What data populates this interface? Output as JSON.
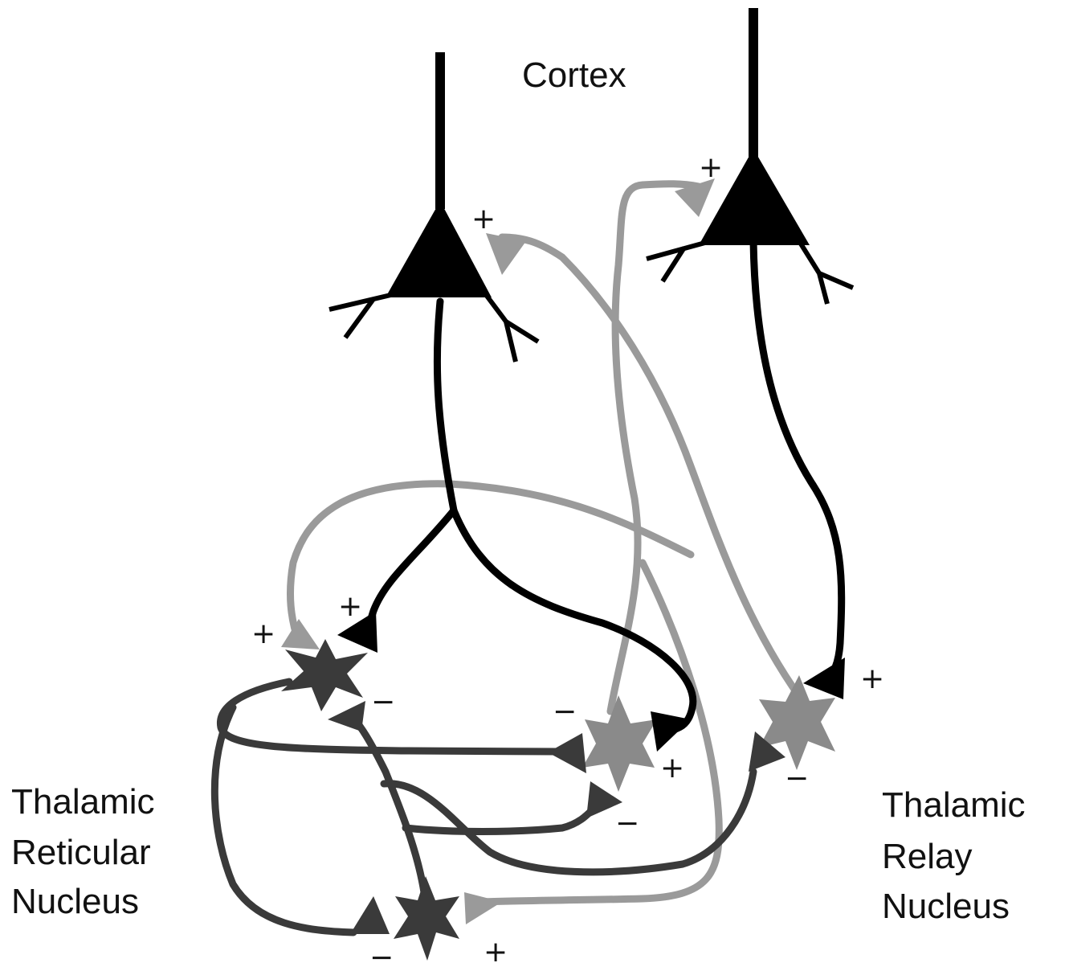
{
  "labels": {
    "cortex": "Cortex",
    "reticular_line1": "Thalamic",
    "reticular_line2": "Reticular",
    "reticular_line3": "Nucleus",
    "relay_line1": "Thalamic",
    "relay_line2": "Relay",
    "relay_line3": "Nucleus"
  },
  "signs": {
    "plus": "+",
    "minus": "−"
  },
  "colors": {
    "black": "#000000",
    "dark_gray": "#3a3a3a",
    "mid_gray": "#7d7d7d",
    "light_gray": "#9a9a9a"
  }
}
